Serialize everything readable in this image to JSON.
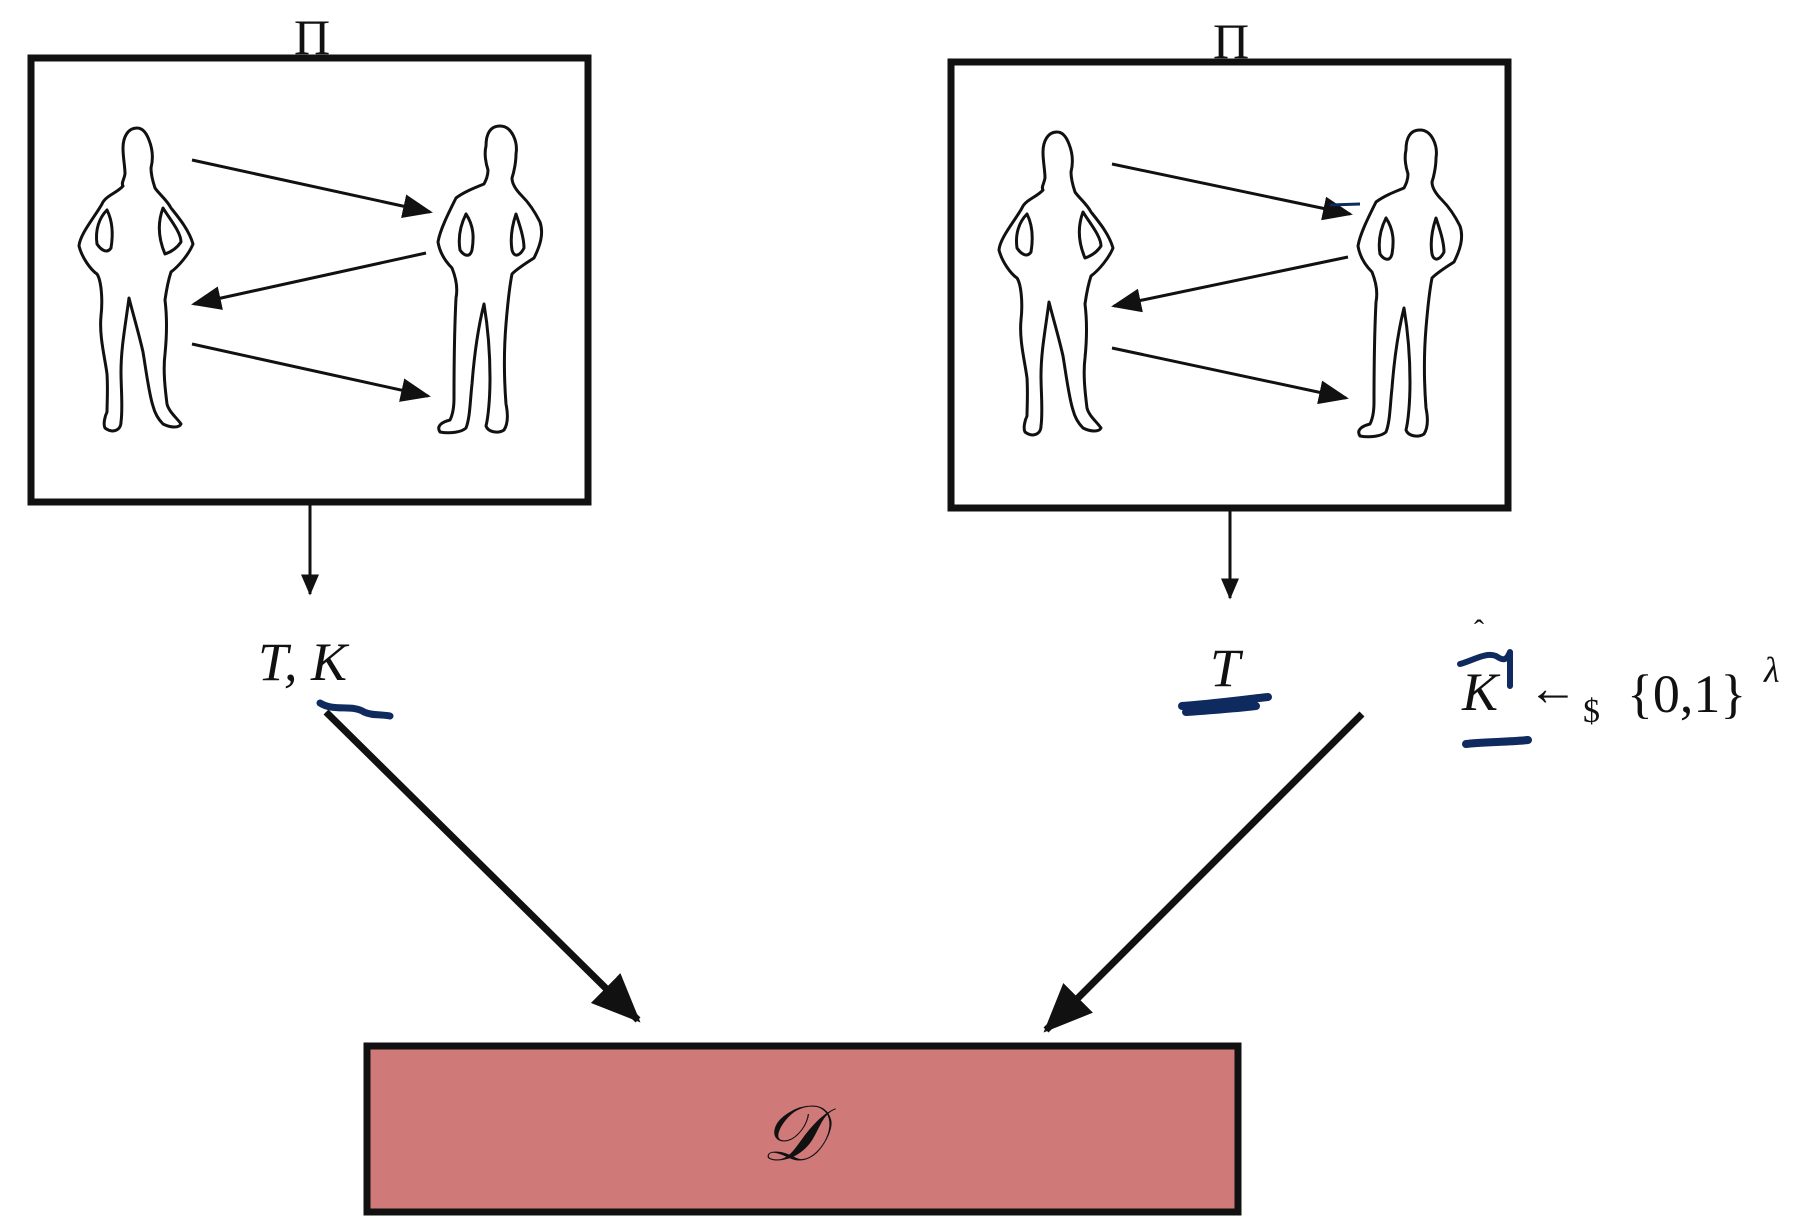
{
  "left_panel": {
    "protocol_label": "Π"
  },
  "right_panel": {
    "protocol_label": "Π"
  },
  "left_output": {
    "text": "T, K"
  },
  "right_output": {
    "t_text": "T",
    "k_text": "K",
    "hat": "ˆ",
    "arrow": "←",
    "dollar": "$",
    "set_text": "{0,1}",
    "lambda": "λ"
  },
  "distinguisher": {
    "label": "𝒟",
    "fill_color": "#cf7a78"
  },
  "colors": {
    "ink": "#111111",
    "highlight": "#0f2a5e"
  }
}
